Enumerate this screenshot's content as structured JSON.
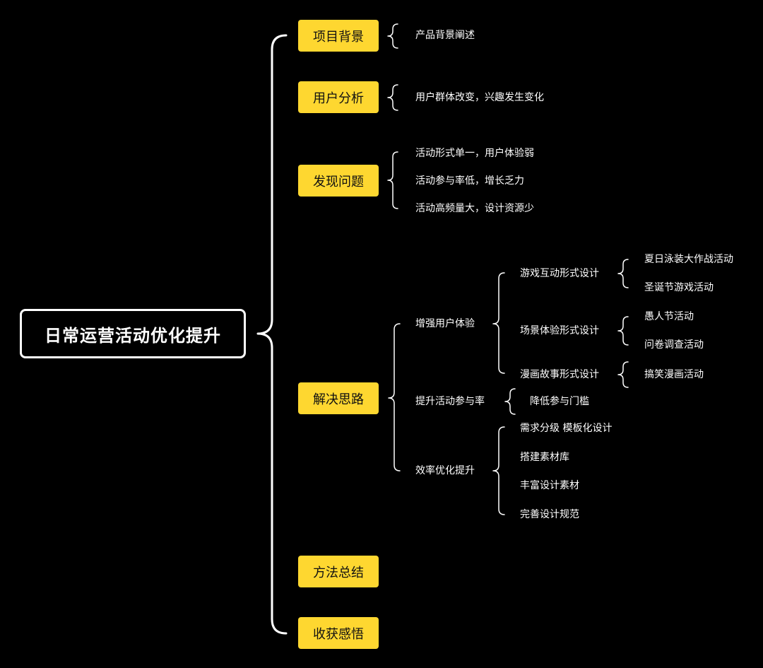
{
  "root": "日常运营活动优化提升",
  "branches": [
    {
      "label": "项目背景",
      "items": [
        "产品背景阐述"
      ]
    },
    {
      "label": "用户分析",
      "items": [
        "用户群体改变，兴趣发生变化"
      ]
    },
    {
      "label": "发现问题",
      "items": [
        "活动形式单一，用户体验弱",
        "活动参与率低，增长乏力",
        "活动高频量大，设计资源少"
      ]
    },
    {
      "label": "解决思路",
      "children": [
        {
          "label": "增强用户体验",
          "children": [
            {
              "label": "游戏互动形式设计",
              "items": [
                "夏日泳装大作战活动",
                "圣诞节游戏活动"
              ]
            },
            {
              "label": "场景体验形式设计",
              "items": [
                "愚人节活动",
                "问卷调查活动"
              ]
            },
            {
              "label": "漫画故事形式设计",
              "items": [
                "搞笑漫画活动"
              ]
            }
          ]
        },
        {
          "label": "提升活动参与率",
          "items": [
            "降低参与门槛"
          ]
        },
        {
          "label": "效率优化提升",
          "items": [
            "需求分级 模板化设计",
            "搭建素材库",
            "丰富设计素材",
            "完善设计规范"
          ]
        }
      ]
    },
    {
      "label": "方法总结"
    },
    {
      "label": "收获感悟"
    }
  ],
  "colors": {
    "background": "#000000",
    "node": "#fed730",
    "line": "#ffffff"
  }
}
